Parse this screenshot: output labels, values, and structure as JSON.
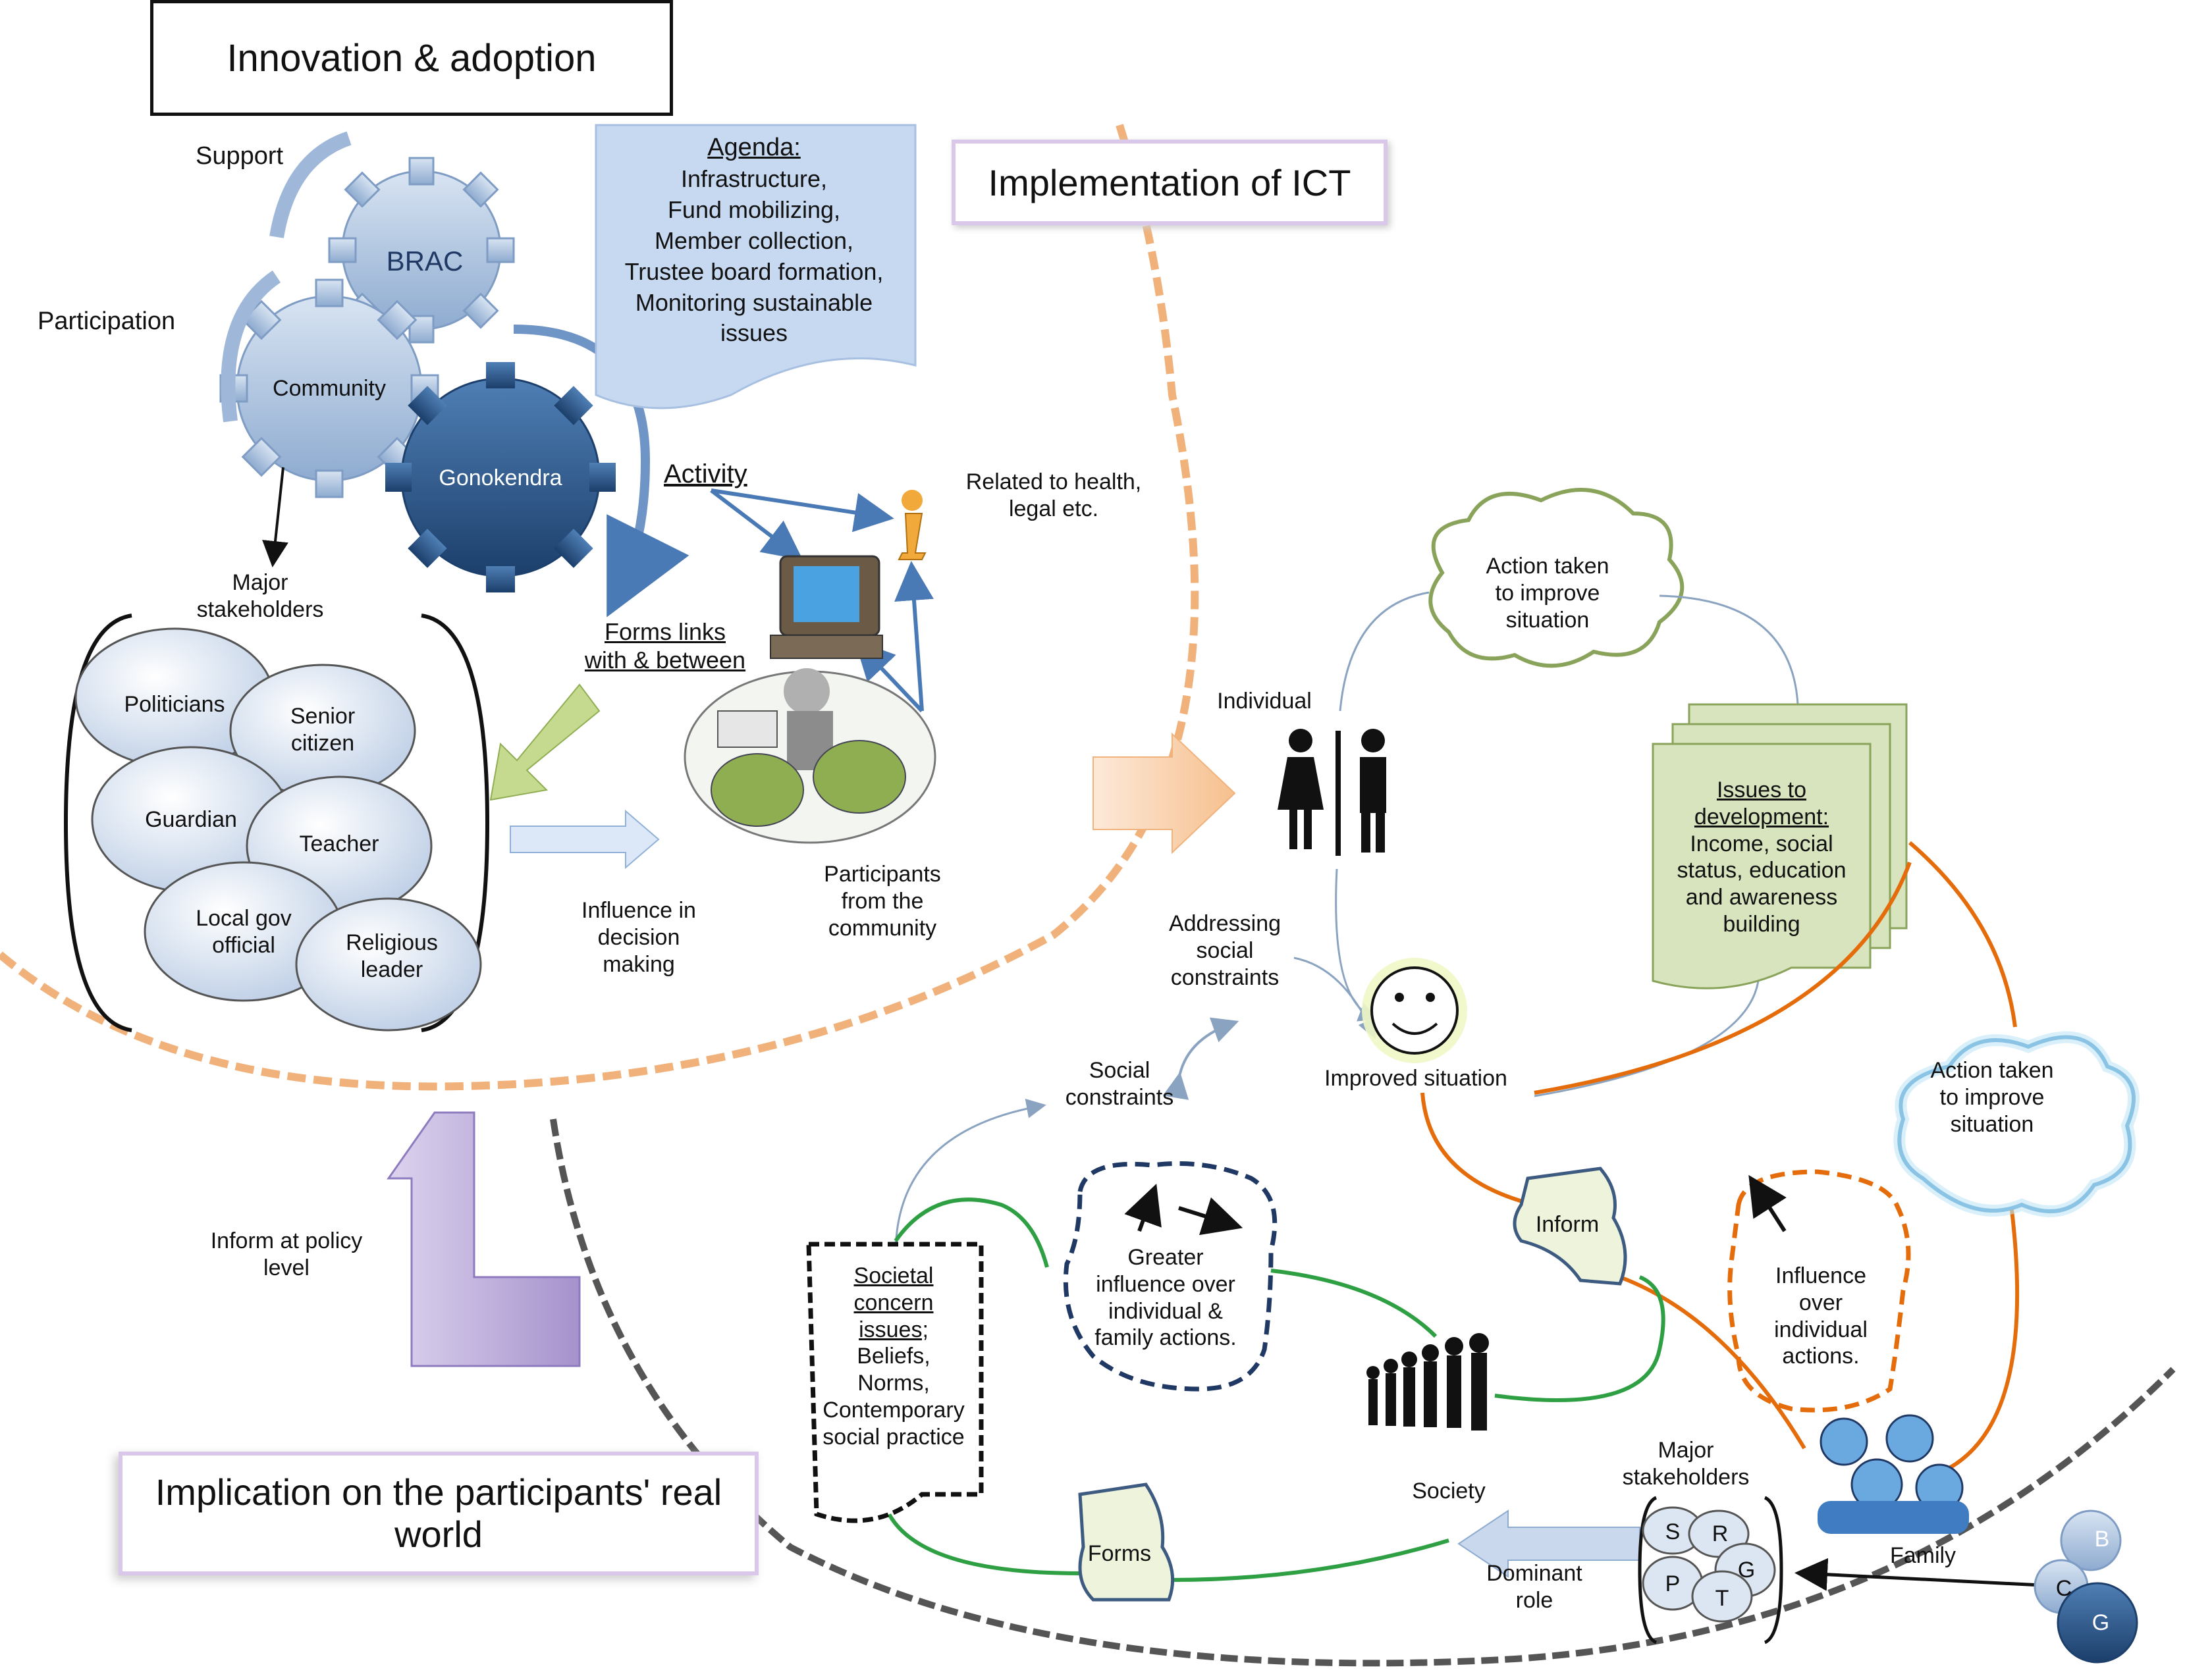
{
  "titles": {
    "innovation": "Innovation & adoption",
    "implementation": "Implementation of ICT",
    "implication": "Implication on the participants' real world"
  },
  "gears": {
    "support": "Support",
    "participation": "Participation",
    "brac": "BRAC",
    "community": "Community",
    "gonokendra": "Gonokendra"
  },
  "agenda": {
    "heading": "Agenda:",
    "items": [
      "Infrastructure,",
      "Fund mobilizing,",
      "Member collection,",
      "Trustee board formation,",
      "Monitoring sustainable",
      "issues"
    ]
  },
  "activity": "Activity",
  "related": [
    "Related to health,",
    "legal etc."
  ],
  "forms_links": [
    "Forms links",
    "with & between"
  ],
  "participants": [
    "Participants",
    "from the",
    "community"
  ],
  "influence_decision": [
    "Influence in",
    "decision",
    "making"
  ],
  "major_stakeholders": [
    "Major",
    "stakeholders"
  ],
  "stakeholders": {
    "politicians": "Politicians",
    "senior": [
      "Senior",
      "citizen"
    ],
    "guardian": "Guardian",
    "teacher": "Teacher",
    "local": [
      "Local gov",
      "official"
    ],
    "religious": [
      "Religious",
      "leader"
    ]
  },
  "inform_policy": [
    "Inform at policy",
    "level"
  ],
  "individual": "Individual",
  "action_top": [
    "Action taken",
    "to improve",
    "situation"
  ],
  "issues_dev": {
    "heading": [
      "Issues to",
      "development:"
    ],
    "body": [
      "Income, social",
      "status, education",
      "and awareness",
      "building"
    ]
  },
  "addressing": [
    "Addressing",
    "social",
    "constraints"
  ],
  "improved": "Improved situation",
  "social_constraints": [
    "Social",
    "constraints"
  ],
  "action_right": [
    "Action taken",
    "to improve",
    "situation"
  ],
  "societal": {
    "heading": [
      "Societal",
      "concern",
      "issues;"
    ],
    "body": [
      "Beliefs,",
      "Norms,",
      "Contemporary",
      "social practice"
    ]
  },
  "greater": [
    "Greater",
    "influence over",
    "individual &",
    "family actions."
  ],
  "inform": "Inform",
  "influence_individual": [
    "Influence",
    "over",
    "individual",
    "actions."
  ],
  "society": "Society",
  "major_stakeholders_small": [
    "Major",
    "stakeholders"
  ],
  "small_letters": {
    "s": "S",
    "r": "R",
    "p": "P",
    "g": "G",
    "t": "T"
  },
  "family": "Family",
  "forms": "Forms",
  "dominant": [
    "Dominant",
    "role"
  ],
  "corner_gears": {
    "b": "B",
    "c": "C",
    "g": "G"
  },
  "colors": {
    "gear_light": "#b9cce4",
    "gear_dark": "#2e5a8c",
    "ellipse_fill": "#dce6f2",
    "note_blue": "#c6d9f1",
    "note_green": "#d7e4bd",
    "orange": "#e46c0a",
    "green_line": "#2ea043",
    "purple_arrow": "#b4a7d6",
    "dashed_navy": "#1f3864"
  }
}
